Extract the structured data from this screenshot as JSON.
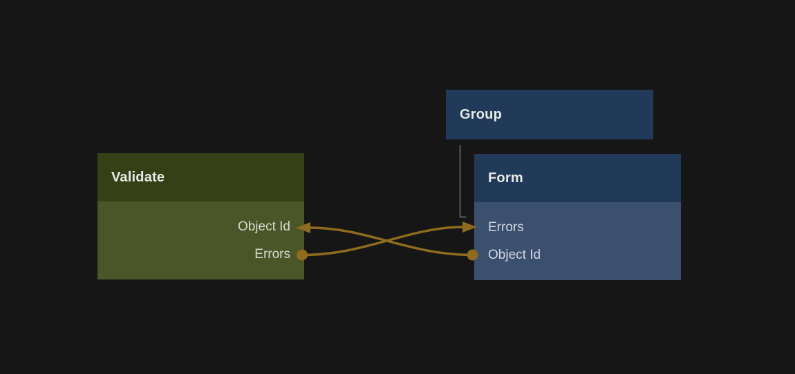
{
  "canvas": {
    "background": "#161616"
  },
  "colors": {
    "canvas_bg": "#161616",
    "validate_header": "#354016",
    "validate_body": "#4B5628",
    "blue_header": "#213A59",
    "form_body": "#3B4F6F",
    "connection": "#8E6B1E",
    "group_link": "#747474",
    "title_text": "#E8EAE6",
    "field_text_green": "#D8D9D1",
    "field_text_blue": "#D3D8E1"
  },
  "nodes": {
    "validate": {
      "title": "Validate",
      "fields": [
        {
          "label": "Object Id",
          "port_side": "right",
          "port_shape": "arrow",
          "role": "input"
        },
        {
          "label": "Errors",
          "port_side": "right",
          "port_shape": "circle",
          "role": "output"
        }
      ]
    },
    "group": {
      "title": "Group",
      "fields": []
    },
    "form": {
      "title": "Form",
      "fields": [
        {
          "label": "Errors",
          "port_side": "left",
          "port_shape": "arrow",
          "role": "input"
        },
        {
          "label": "Object Id",
          "port_side": "left",
          "port_shape": "circle",
          "role": "output"
        }
      ]
    }
  },
  "connections": [
    {
      "from": "Validate.Errors",
      "to": "Form.Errors",
      "style": "curve",
      "color": "#8E6B1E"
    },
    {
      "from": "Form.Object Id",
      "to": "Validate.Object Id",
      "style": "curve",
      "color": "#8E6B1E"
    },
    {
      "from": "Group",
      "to": "Form",
      "style": "elbow",
      "color": "#747474"
    }
  ]
}
